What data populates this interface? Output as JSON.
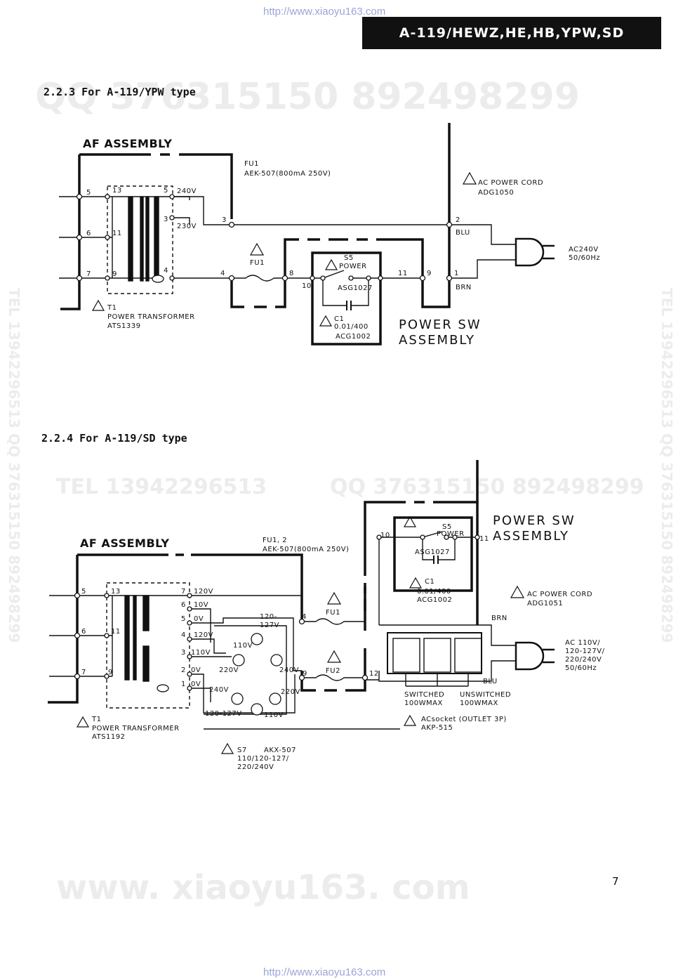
{
  "watermarks": {
    "url": "http://www.xiaoyu163.com",
    "qq_main": "QQ 376315150   892498299",
    "tel_line": "TEL  13942296513",
    "qq_line": "QQ  376315150  892498299",
    "side": "TEL 13942296513  QQ 376315150  892498299",
    "bottom": "www. xiaoyu163. com"
  },
  "header": {
    "model_title": "A-119/HEWZ,HE,HB,YPW,SD"
  },
  "page_number": "7",
  "diagram1": {
    "section_title": "2.2.3  For A-119/YPW type",
    "af_assembly": "AF ASSEMBLY",
    "fuse_ref": "FU1",
    "fuse_part": "AEK-507(800mA 250V)",
    "fuse_label": "FU1",
    "ac_cord_label": "AC POWER CORD",
    "ac_cord_part": "ADG1050",
    "plug_voltage": "AC240V",
    "plug_freq": "50/60Hz",
    "wire_blu": "BLU",
    "wire_brn": "BRN",
    "transformer_ref": "T1",
    "transformer_name": "POWER TRANSFORMER",
    "transformer_part": "ATS1339",
    "tap_240": "240V",
    "tap_230": "230V",
    "switch_ref": "S5",
    "switch_name": "POWER",
    "switch_part": "ASG1027",
    "cap_ref": "C1",
    "cap_value": "0.01/400",
    "cap_part": "ACG1002",
    "power_sw_1": "POWER  SW",
    "power_sw_2": "ASSEMBLY",
    "pins": [
      "5",
      "6",
      "7",
      "13",
      "11",
      "9",
      "5",
      "3",
      "4",
      "3",
      "4",
      "8",
      "10",
      "11",
      "9",
      "2",
      "1"
    ]
  },
  "diagram2": {
    "section_title": "2.2.4  For A-119/SD type",
    "af_assembly": "AF ASSEMBLY",
    "fuse_ref": "FU1, 2",
    "fuse_part": "AEK-507(800mA 250V)",
    "fuse1_label": "FU1",
    "fuse2_label": "FU2",
    "power_sw_1": "POWER  SW",
    "power_sw_2": "ASSEMBLY",
    "switch_ref": "S5",
    "switch_name": "POWER",
    "switch_part": "ASG1027",
    "cap_ref": "C1",
    "cap_value": "0.01/400",
    "cap_part": "ACG1002",
    "ac_cord_label": "AC POWER CORD",
    "ac_cord_part": "ADG1051",
    "wire_brn": "BRN",
    "wire_blu": "BLU",
    "plug_voltage_1": "AC 110V/",
    "plug_voltage_2": "120-127V/",
    "plug_voltage_3": "220/240V",
    "plug_freq": "50/60Hz",
    "transformer_ref": "T1",
    "transformer_name": "POWER TRANSFORMER",
    "transformer_part": "ATS1192",
    "taps": [
      "120V",
      "10V",
      "0V",
      "120V",
      "110V",
      "0V",
      "0V"
    ],
    "tap_pins": [
      "7",
      "6",
      "5",
      "4",
      "3",
      "2",
      "1"
    ],
    "selector_labels": {
      "v110": "110V",
      "v120_127": "120-",
      "v120_127b": "127V",
      "v220": "220V",
      "v240": "240V",
      "v240b": "240V",
      "v220b": "220V",
      "v120_127c": "120-127V",
      "v110b": "110V"
    },
    "selector_ref": "S7",
    "selector_part": "AKX-507",
    "selector_volts_1": "110/120-127/",
    "selector_volts_2": "220/240V",
    "switched": "SWITCHED",
    "switched_max": "100WMAX",
    "unswitched": "UNSWITCHED",
    "unswitched_max": "100WMAX",
    "acsocket": "ACsocket (OUTLET 3P)",
    "acsocket_part": "AKP-515",
    "pins_left": [
      "5",
      "6",
      "7",
      "13",
      "11",
      "9"
    ],
    "pin_4": "4",
    "pin_9": "9",
    "pin_10": "10",
    "pin_11": "11",
    "pin_12": "12"
  }
}
